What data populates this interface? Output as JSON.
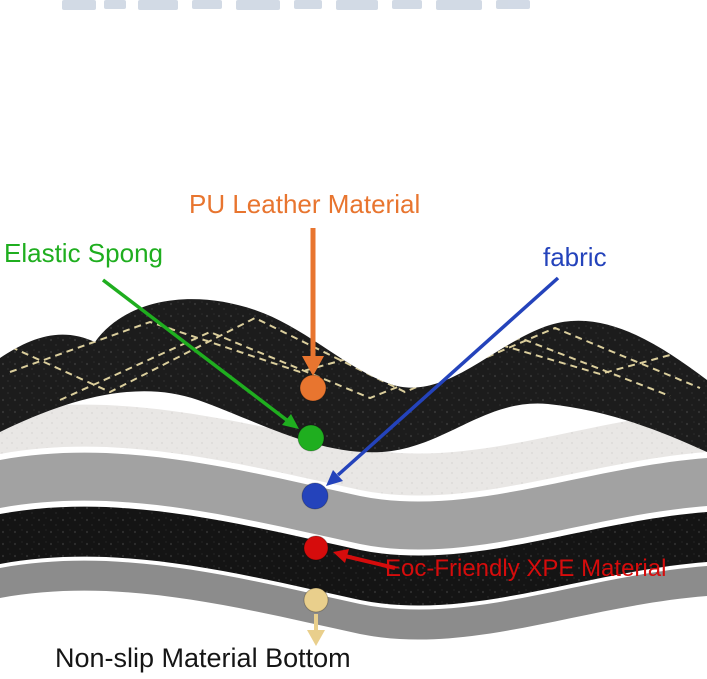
{
  "labels": {
    "pu_leather": "PU Leather Material",
    "elastic_spong": "Elastic Spong",
    "fabric": "fabric",
    "xpe": "Eoc-Friendly XPE Material",
    "non_slip": "Non-slip Material Bottom"
  },
  "colors": {
    "orange": "#e8752f",
    "green": "#1fae1f",
    "blue": "#2443bb",
    "red": "#d60c0c",
    "yellow": "#e9cf8c",
    "black_text": "#151515",
    "stitch": "#e6d9a4"
  },
  "layers": [
    {
      "name": "PU leather top layer",
      "color": "#1c1c1c"
    },
    {
      "name": "elastic sponge layer",
      "color": "#e9e7e5"
    },
    {
      "name": "fabric layer",
      "color": "#a2a2a2"
    },
    {
      "name": "XPE foam layer",
      "color": "#141414"
    },
    {
      "name": "non-slip bottom layer",
      "color": "#8c8c8c"
    }
  ]
}
